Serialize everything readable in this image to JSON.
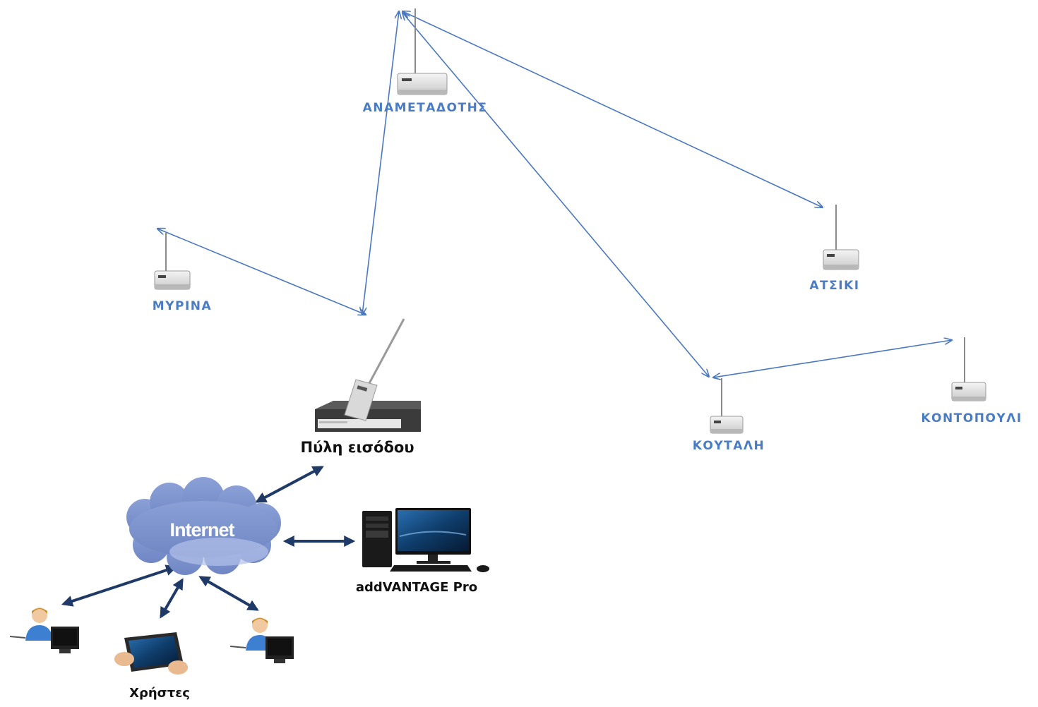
{
  "diagram": {
    "relay": {
      "label": "ΑΝΑΜΕΤΑΔΟΤΗΣ"
    },
    "stations": [
      {
        "id": "myrina",
        "label": "ΜΥΡΙΝΑ"
      },
      {
        "id": "atsiki",
        "label": "ΑΤΣΙΚΙ"
      },
      {
        "id": "koutali",
        "label": "ΚΟΥΤΑΛΗ"
      },
      {
        "id": "kontopouli",
        "label": "ΚΟΝΤΟΠΟΥΛΙ"
      }
    ],
    "gateway": {
      "label": "Πύλη εισόδου"
    },
    "internet": {
      "label": "Internet"
    },
    "software": {
      "label": "addVANTAGE Pro"
    },
    "users": {
      "label": "Χρήστες"
    },
    "colors": {
      "radio_link": "#4a78c0",
      "network_link": "#1f3a66",
      "station_label": "#4a7cc4",
      "cloud": "#7f94cc"
    }
  }
}
